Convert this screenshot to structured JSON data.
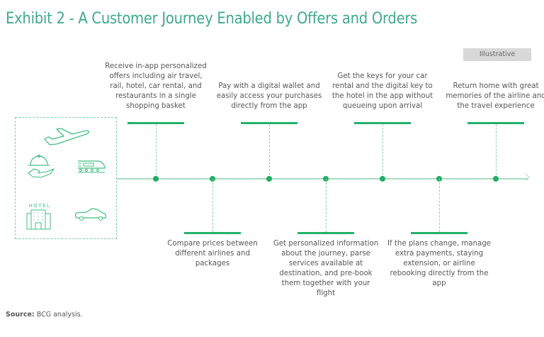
{
  "title": "Exhibit 2 - A Customer Journey Enabled by Offers and Orders",
  "badge": "Illustrative",
  "icons": {
    "plane": "airplane-icon",
    "service": "room-service-icon",
    "train": "train-icon",
    "hotel_label": "HOTEL",
    "hotel": "hotel-icon",
    "car": "car-icon"
  },
  "steps_top": [
    {
      "text": "Receive in-app personalized offers including air travel, rail, hotel, car rental, and restaurants in a single shopping basket"
    },
    {
      "text": "Pay with a digital wallet and easily access your purchases directly from the app"
    },
    {
      "text": "Get the keys for your car rental and the digital key to the hotel in the app without queueing upon arrival"
    },
    {
      "text": "Return home with great memories of the airline and the travel experience"
    }
  ],
  "steps_bottom": [
    {
      "text": "Compare prices between different airlines and packages"
    },
    {
      "text": "Get personalized information about the journey, parse services available at destination, and pre-book them together with your flight"
    },
    {
      "text": "If the plans change, manage extra payments, staying extension, or airline rebooking directly from the app"
    }
  ],
  "source": {
    "label": "Source:",
    "text": "BCG analysis."
  },
  "colors": {
    "title": "#3faa8a",
    "accent": "#21b26a",
    "timeline": "#a6dcc0",
    "text": "#575757"
  }
}
